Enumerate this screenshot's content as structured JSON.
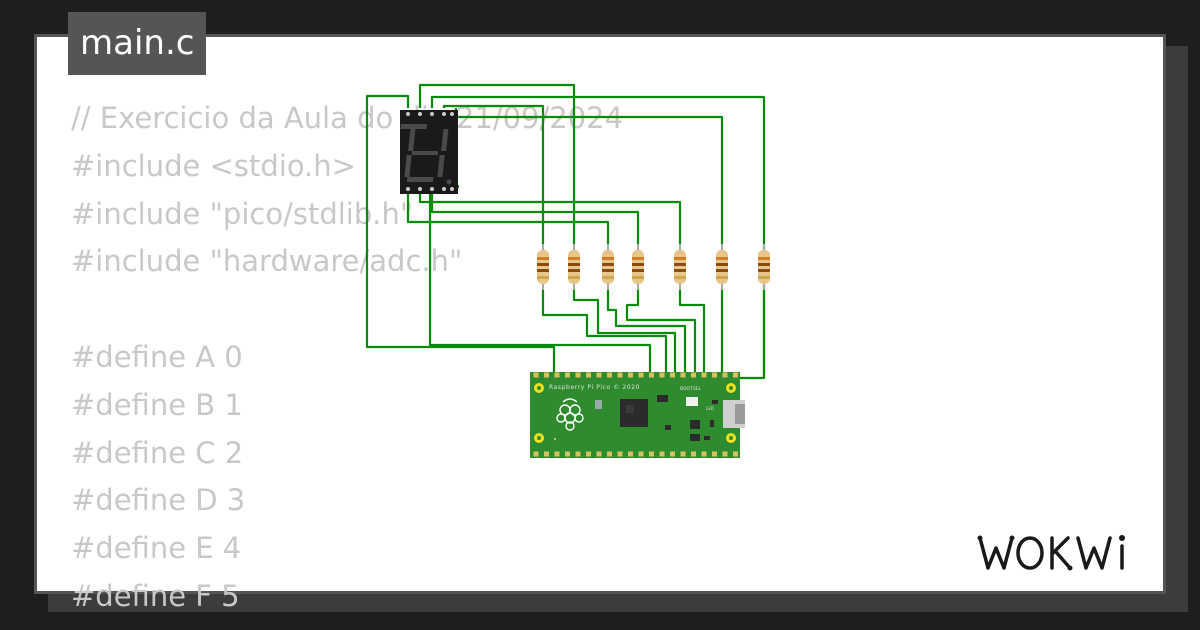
{
  "file_tab": {
    "label": "main.c"
  },
  "code_lines": [
    "// Exercicio da Aula do dia 21/09/2024",
    "#include <stdio.h>",
    "#include \"pico/stdlib.h\"",
    "#include \"hardware/adc.h\"",
    "",
    "#define A 0",
    "#define B 1",
    "#define C 2",
    "#define D 3",
    "#define E 4",
    "#define F 5"
  ],
  "board": {
    "silkscreen": "Raspberry Pi Pico © 2020",
    "bootsel_label": "BOOTSEL",
    "led_label": "LED"
  },
  "logo": {
    "text": "WOKWI"
  },
  "colors": {
    "background": "#1e1e1e",
    "card": "#ffffff",
    "code_text": "#c8c8c8",
    "tab_bg": "#555555",
    "wire": "#0a8a0a",
    "pcb": "#2e8b2e",
    "display_body": "#1a1a1a",
    "resistor_body": "#e8c58a"
  }
}
